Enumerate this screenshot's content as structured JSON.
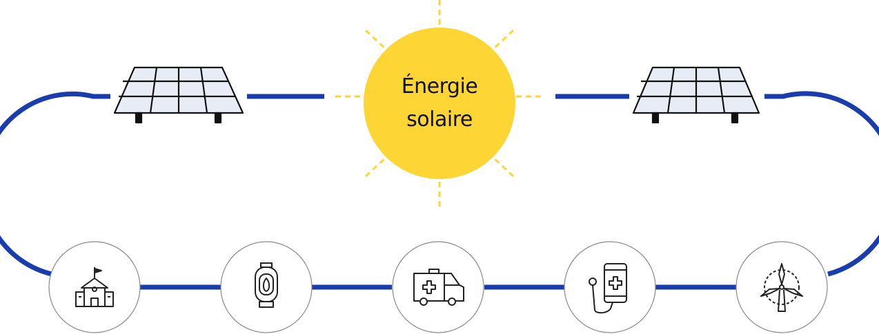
{
  "sun": {
    "line1": "Énergie",
    "line2": "solaire",
    "fill_color": "#FDD535",
    "ray_color": "#FDD535"
  },
  "connector_color": "#1A3DAE",
  "solar_panels": [
    {
      "icon": "solar-panel-icon",
      "position": "left"
    },
    {
      "icon": "solar-panel-icon",
      "position": "right"
    }
  ],
  "applications": [
    {
      "icon": "school-icon"
    },
    {
      "icon": "water-heater-icon"
    },
    {
      "icon": "ambulance-icon"
    },
    {
      "icon": "mobile-health-icon"
    },
    {
      "icon": "wind-turbine-icon"
    }
  ]
}
